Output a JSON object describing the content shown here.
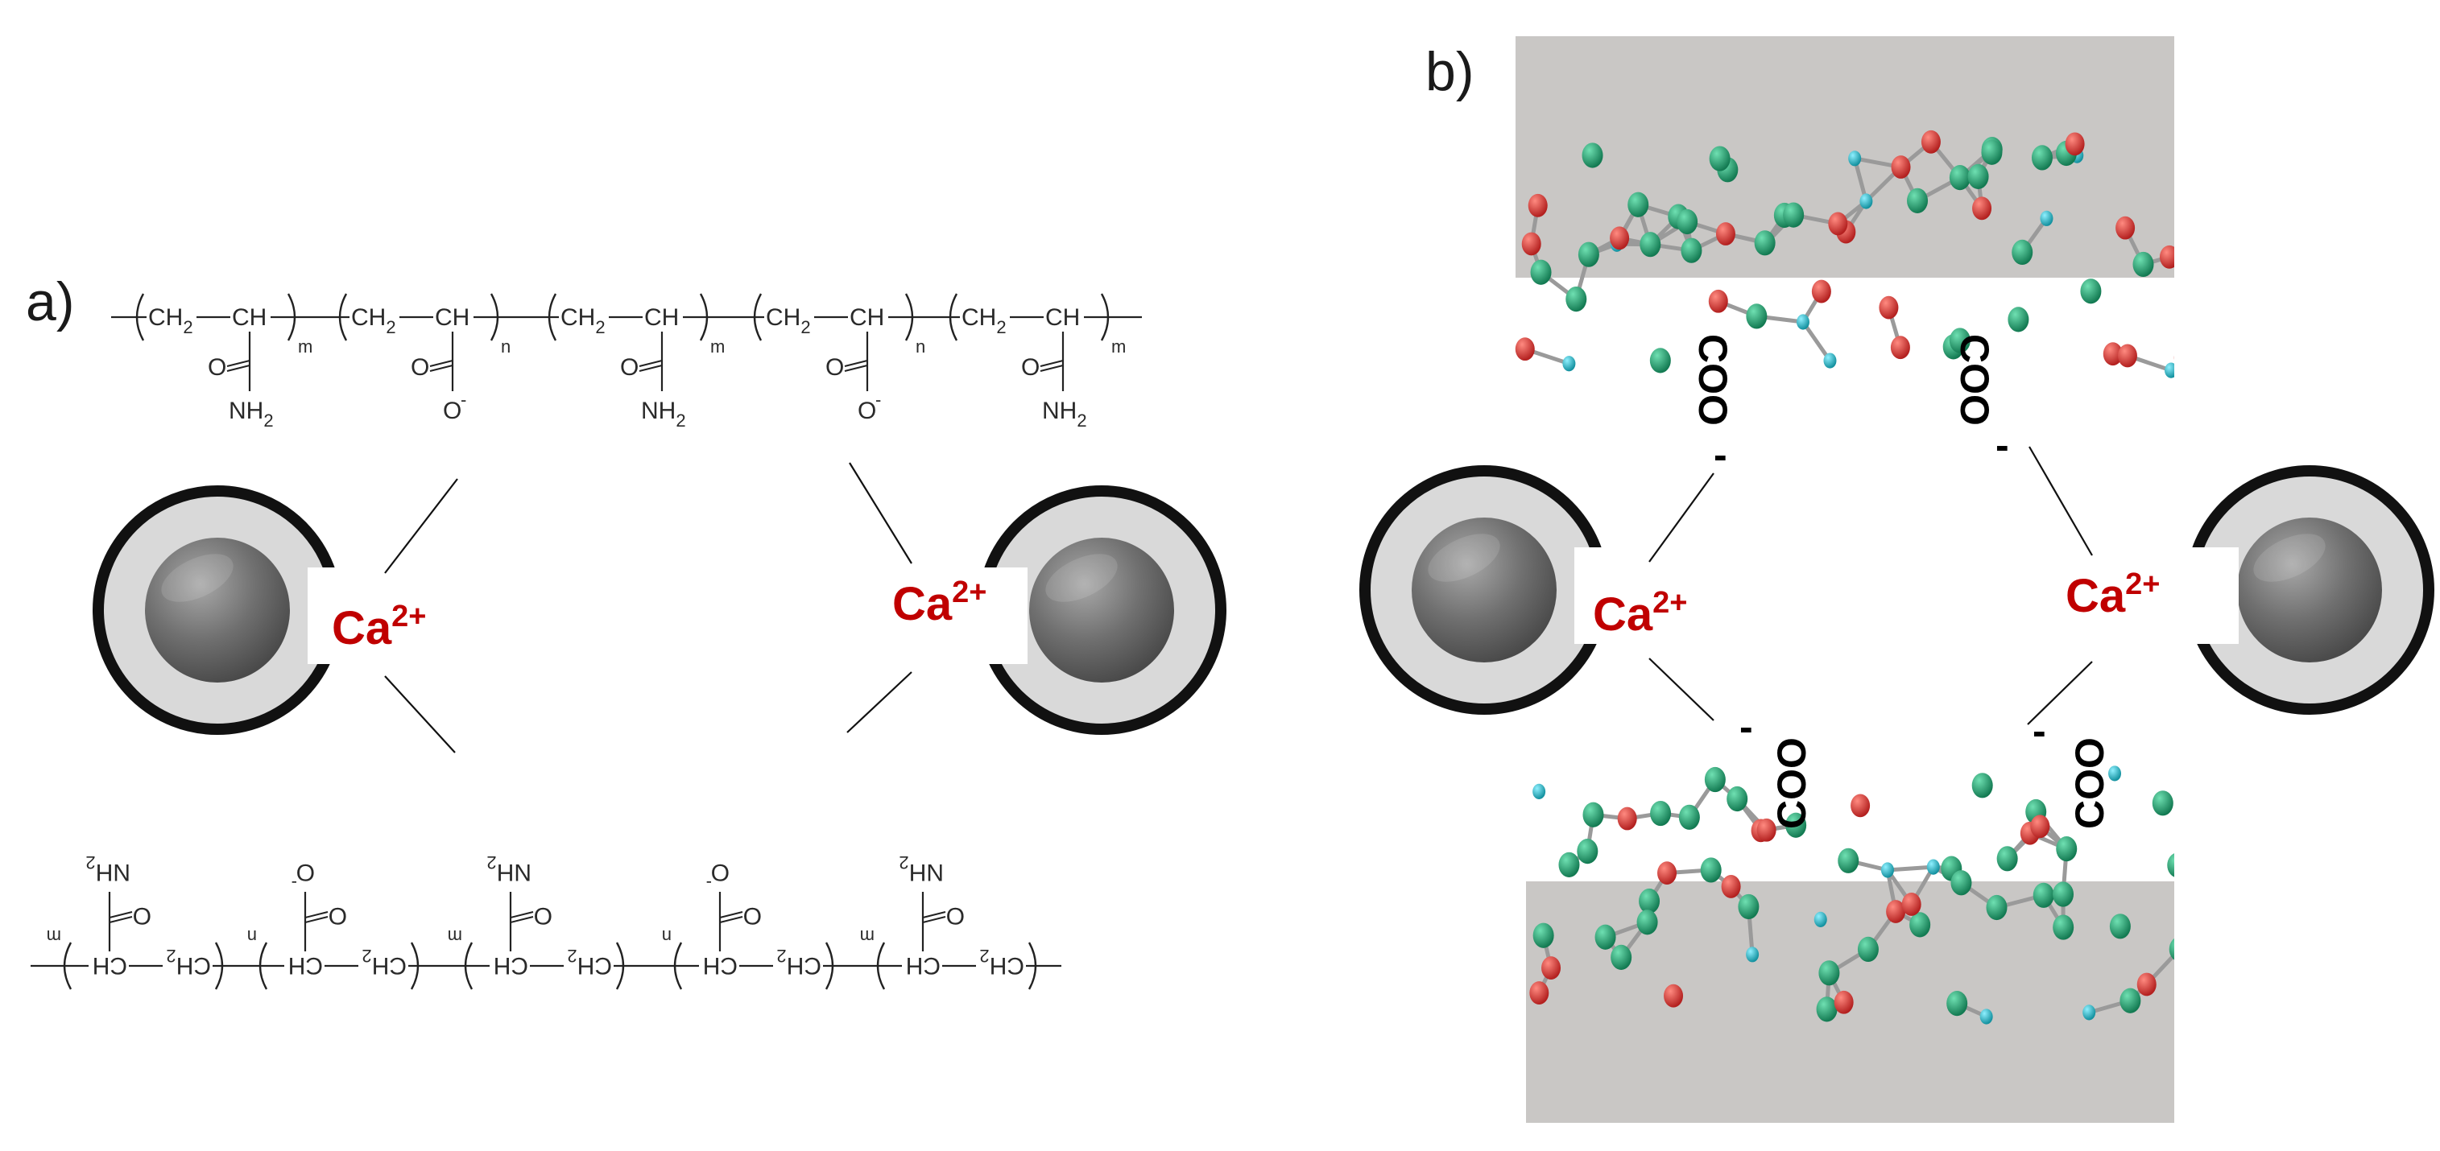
{
  "panels": [
    {
      "id": "a",
      "label": "a)"
    },
    {
      "id": "b",
      "label": "b)"
    }
  ],
  "chem": {
    "ch2": "CH",
    "ch2_sub": "2",
    "ch": "CH",
    "o": "O",
    "o_minus": "O",
    "minus": "-",
    "nh2": "NH",
    "nh2_sub": "2",
    "m": "m",
    "n": "n"
  },
  "ion": {
    "base": "Ca",
    "charge": "2+"
  },
  "carboxylate": {
    "text": "COO",
    "charge": "-"
  },
  "colors": {
    "ion_red": "#c00000",
    "particle_shell": "#d9d9d9",
    "particle_core": "#6e6e6e",
    "atom_green": "#1f9a6a",
    "atom_red": "#d8302f",
    "atom_cyan": "#1ab3c2",
    "slab_gray": "#c9c7c5"
  }
}
